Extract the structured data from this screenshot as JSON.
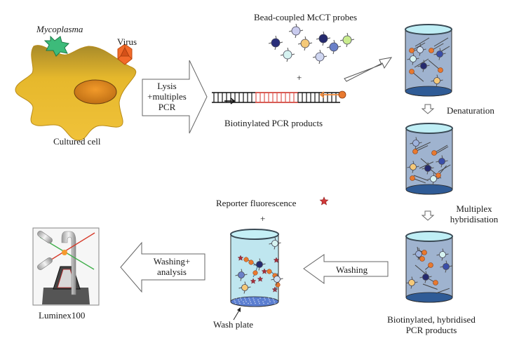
{
  "labels": {
    "mycoplasma": "Mycoplasma",
    "virus": "Virus",
    "cultured_cell": "Cultured cell",
    "lysis_arrow": [
      "Lysis",
      "+multiples",
      "PCR"
    ],
    "bead_probes": "Bead-coupled McCT probes",
    "plus_top": "+",
    "biotinylated_pcr": "Biotinylated PCR products",
    "denaturation": "Denaturation",
    "multiplex_hyb": [
      "Multiplex",
      "hybridisation"
    ],
    "hybridised_products": [
      "Biotinylated, hybridised",
      "PCR products"
    ],
    "washing": "Washing",
    "reporter": "Reporter fluorescence",
    "plus_bottom": "+",
    "wash_plate": "Wash plate",
    "washing_analysis": [
      "Washing+",
      "analysis"
    ],
    "luminex": "Luminex100"
  },
  "colors": {
    "cell_body": "#e8b92e",
    "nucleus": "#d9861f",
    "mycoplasma": "#3dbb7a",
    "virus": "#f26a2a",
    "cylinder_fill": "#9fb3cf",
    "cylinder_top": "#bfeef5",
    "cylinder_bottom": "#2f5b96",
    "wash_cylinder_fill": "#bfe6ef",
    "biotin": "#e8792f",
    "pcr_target": "#e0574f",
    "star": "#d23a3a"
  }
}
